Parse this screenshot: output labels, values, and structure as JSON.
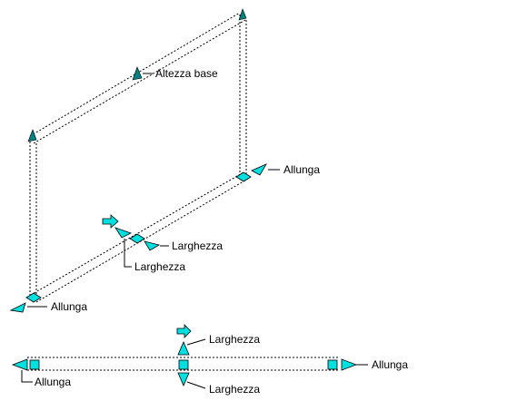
{
  "colors": {
    "grip_fill": "#00e0e0",
    "grip_shade": "#008080",
    "line": "#000000",
    "background": "#ffffff"
  },
  "labels": {
    "base_height": "Altezza base",
    "stretch_top_right": "Allunga",
    "width_right": "Larghezza",
    "width_below": "Larghezza",
    "stretch_bottom_left": "Allunga",
    "plan_width_top": "Larghezza",
    "plan_stretch_right": "Allunga",
    "plan_stretch_left": "Allunga",
    "plan_width_bottom": "Larghezza"
  },
  "icons": {
    "stretch_grip": "cyan-diamond-grip",
    "width_grip": "cyan-triangle-grip",
    "height_grip": "cyan-triangle-grip",
    "flip_arrow": "cyan-arrow-grip",
    "center_grip": "cyan-square-grip"
  }
}
